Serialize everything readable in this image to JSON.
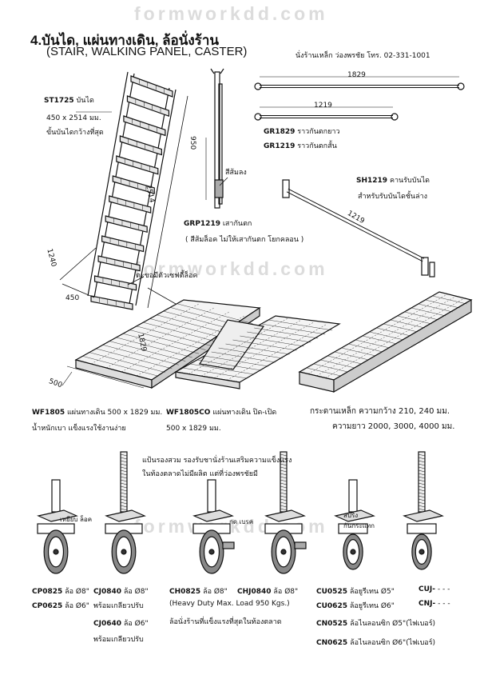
{
  "watermark": "formworkdd.com",
  "header": {
    "title": "4.บันได, แผ่นทางเดิน, ล้อนั่งร้าน",
    "subtitle": "(STAIR, WALKING PANEL, CASTER)",
    "shop": "นั่งร้านเหล็ก ว่องพรชัย โทร. 02-331-1001"
  },
  "stair": {
    "code": "ST1725",
    "name": "บันได",
    "size": "450 x 2514 มม.",
    "note": "ขั้นบันไดกว้างที่สุด",
    "dim_len": "2514",
    "dim_1240": "1240",
    "dim_450": "450",
    "label_lock": "ตะขอมีตัวเซฟตี้ล็อค"
  },
  "bars": {
    "dim_long": "1829",
    "dim_short": "1219",
    "gr1829_code": "GR1829",
    "gr1829_name": "ราวกันตกยาว",
    "gr1219_code": "GR1219",
    "gr1219_name": "ราวกันตกสั้น"
  },
  "post": {
    "dim": "950",
    "color_note": "สีส้มลง",
    "code": "GRP1219",
    "name": "เสากันตก",
    "note": "( สีส้มล็อค ไม่ให้เสากันตก โยกคลอน )"
  },
  "sh": {
    "code": "SH1219",
    "name": "คานรับบันได",
    "note": "สำหรับรับบันไดชั้นล่าง",
    "dim": "1219"
  },
  "panels": {
    "dim_1829": "1829",
    "dim_500": "500",
    "wf1805_code": "WF1805",
    "wf1805_name": "แผ่นทางเดิน 500 x 1829 มม.",
    "wf1805_note": "น้ำหนักเบา แข็งแรงใช้งานง่าย",
    "wf1805co_code": "WF1805CO",
    "wf1805co_name": "แผ่นทางเดิน ปิด-เปิด",
    "wf1805co_size": "500 x 1829 มม.",
    "beam_1": "กระดานเหล็ก ความกว้าง 210, 240 มม.",
    "beam_2": "ความยาว 2000, 3000, 4000 มม."
  },
  "casters": {
    "note_1": "แป้นรองสวม รองรับชานั่งร้านเสริมความแข็งแรง",
    "note_2": "ในท้องตลาดไม่มีผลิต แต่ที่ว่องพรชัยมี",
    "lock_label": "เหยียบ ล็อค",
    "brake_label": "กด เบรค",
    "spring_label": "สปริง\nกันกระแทก",
    "cp0825": "CP0825",
    "cp0825_d": "ล้อ Ø8\"",
    "cp0625": "CP0625",
    "cp0625_d": "ล้อ Ø6\"",
    "cj0840": "CJ0840",
    "cj0840_d": "ล้อ Ø8\"",
    "cj_note": "พร้อมเกลียวปรับ",
    "cj0640": "CJ0640",
    "cj0640_d": "ล้อ Ø6\"",
    "cj_note2": "พร้อมเกลียวปรับ",
    "ch0825": "CH0825",
    "ch0825_d": "ล้อ Ø8\"",
    "chj0840": "CHJ0840",
    "chj0840_d": "ล้อ Ø8\"",
    "heavy": "(Heavy Duty Max. Load 950 Kgs.)",
    "heavy_th": "ล้อนั่งร้านที่แข็งแรงที่สุดในท้องตลาด",
    "cu0525": "CU0525",
    "cu0525_d": "ล้อยูรีเทน Ø5\"",
    "cu0625": "CU0625",
    "cu0625_d": "ล้อยูรีเทน Ø6\"",
    "cn0525": "CN0525",
    "cn0525_d": "ล้อไนลอนซิก Ø5\"(ไฟเบอร์)",
    "cn0625": "CN0625",
    "cn0625_d": "ล้อไนลอนซิก Ø6\"(ไฟเบอร์)",
    "cuj": "CUJ-",
    "cuj_d": "- - -",
    "cnj": "CNJ-",
    "cnj_d": "- - -"
  }
}
